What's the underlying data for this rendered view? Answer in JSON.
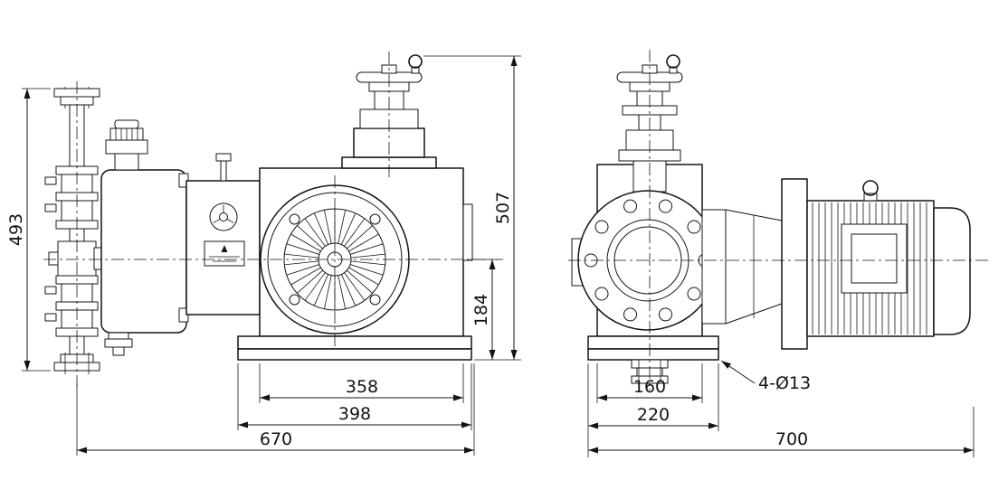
{
  "colors": {
    "line": "#141414",
    "background": "#ffffff"
  },
  "front_view": {
    "dimensions": {
      "valve_column_height": "493",
      "overall_height": "507",
      "centerline_to_base": "184",
      "foot_span": "358",
      "base_width": "398",
      "overall_width": "670"
    }
  },
  "side_view": {
    "dimensions": {
      "body_width": "160",
      "base_width": "220",
      "overall_length": "700",
      "mounting_holes": "4-Ø13"
    }
  }
}
